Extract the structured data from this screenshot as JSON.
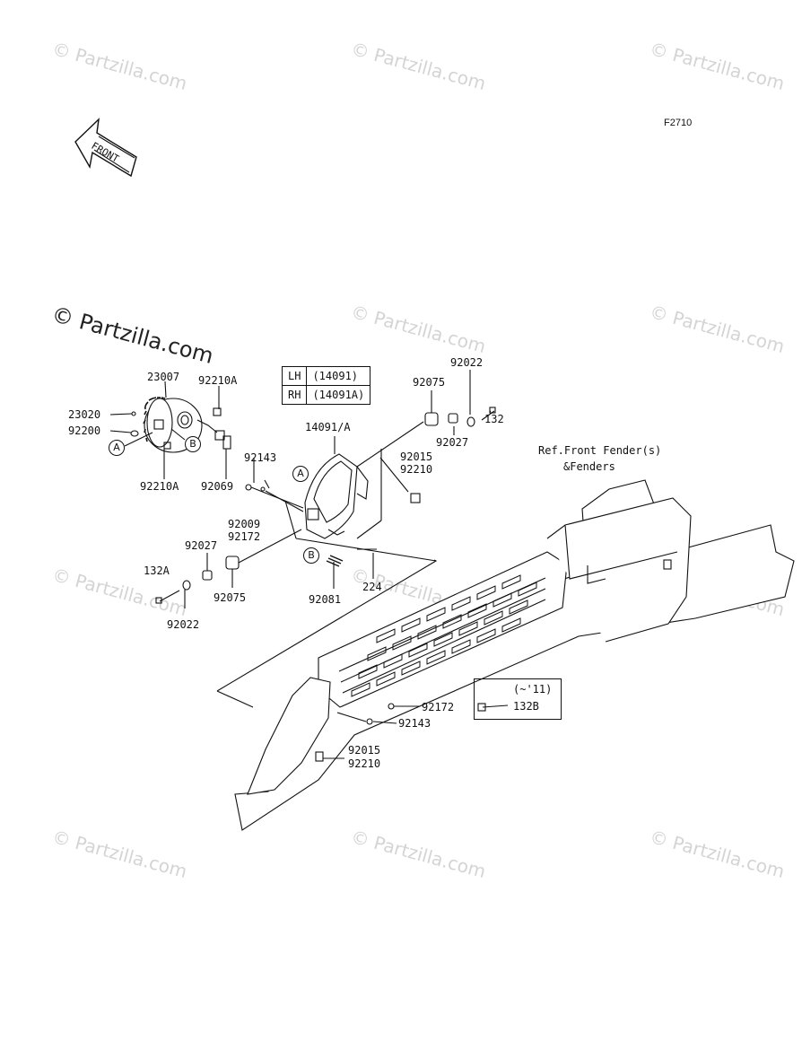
{
  "figure_code": "F2710",
  "watermark": {
    "main": "© Partzilla.com",
    "tile": "© Partzilla.com"
  },
  "front_arrow": "FRONT",
  "variant_table": [
    {
      "side": "LH",
      "part": "(14091)"
    },
    {
      "side": "RH",
      "part": "(14091A)"
    }
  ],
  "ref_note": {
    "line1": "Ref.Front Fender(s)",
    "line2": "&Fenders"
  },
  "year_note": {
    "range": "(~'11)",
    "part": "132B"
  },
  "callouts": {
    "A": "A",
    "B": "B"
  },
  "parts": {
    "p23007": "23007",
    "p92210A_top": "92210A",
    "p23020": "23020",
    "p92200": "92200",
    "p92210A_bot": "92210A",
    "p92069": "92069",
    "p14091A": "14091/A",
    "p92022_top": "92022",
    "p92075_top": "92075",
    "p132": "132",
    "p92027_top": "92027",
    "p92015_top": "92015",
    "p92210_top": "92210",
    "p92143": "92143",
    "p92009": "92009",
    "p92172": "92172",
    "p92027_low": "92027",
    "p132A": "132A",
    "p92075_low": "92075",
    "p92022_low": "92022",
    "p92081": "92081",
    "p224": "224",
    "p92172_low": "92172",
    "p92143_low": "92143",
    "p92015_low": "92015",
    "p92210_low": "92210"
  }
}
